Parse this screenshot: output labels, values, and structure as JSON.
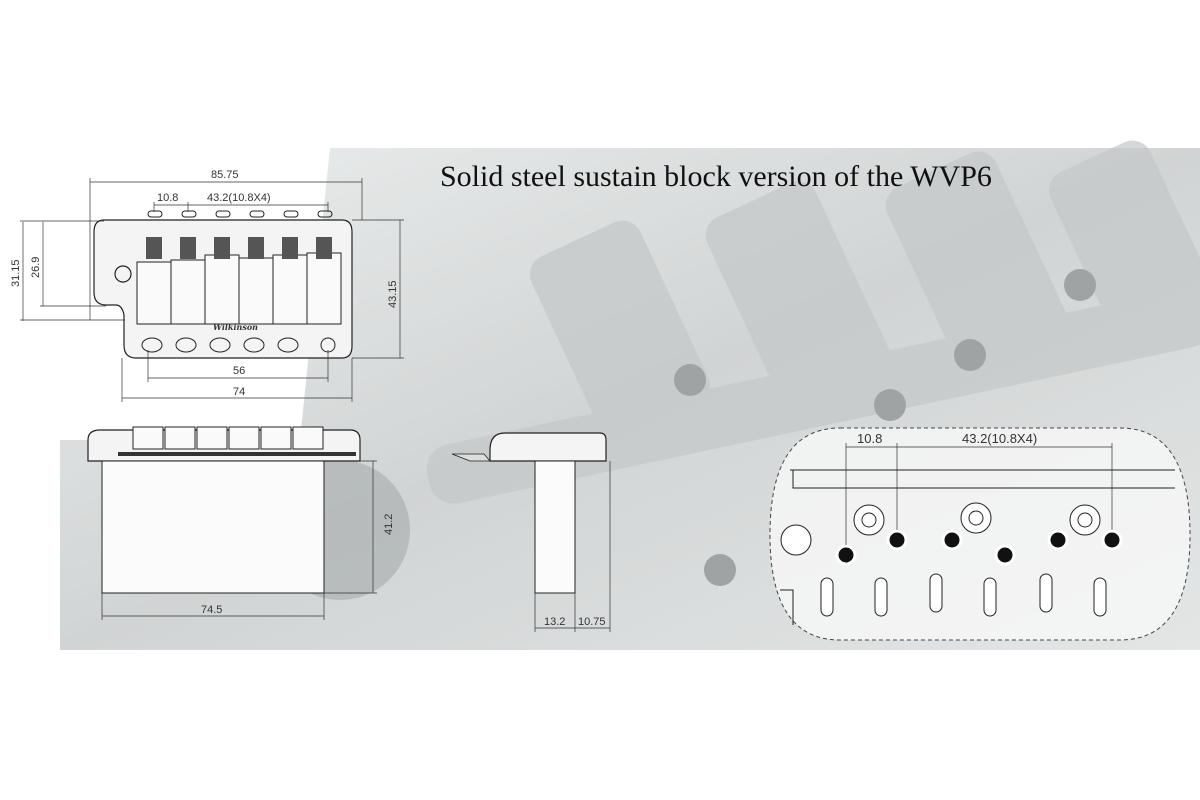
{
  "title": "Solid steel sustain block version of the WVP6",
  "top_view": {
    "overall_width": "85.75",
    "first_spacing": "10.8",
    "string_spacing": "43.2(10.8X4)",
    "height_outer": "31.15",
    "height_inner": "26.9",
    "total_depth": "43.15",
    "mount_spacing": "56",
    "plate_width": "74"
  },
  "front_view": {
    "block_width": "74.5",
    "block_height": "41.2"
  },
  "side_view": {
    "block_thickness": "13.2",
    "offset": "10.75"
  },
  "detail_view": {
    "first_spacing": "10.8",
    "string_spacing": "43.2(10.8X4)"
  },
  "logo_text": "Wilkinson"
}
